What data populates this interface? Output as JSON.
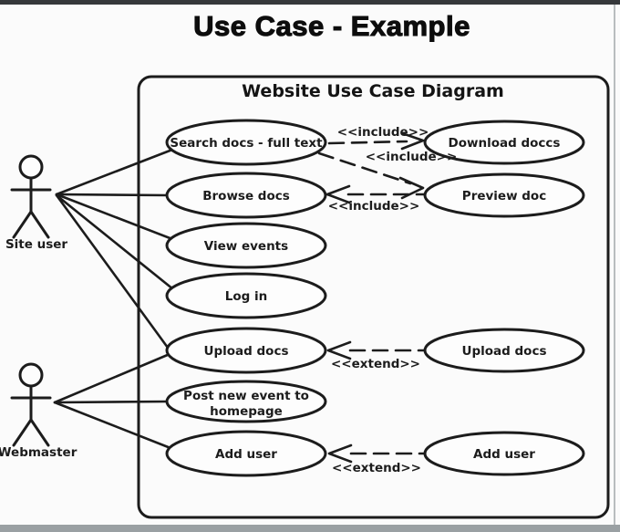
{
  "page": {
    "title": "Use Case - Example"
  },
  "diagram": {
    "boundary_title": "Website Use Case Diagram",
    "actors": {
      "site_user": "Site user",
      "webmaster": "Webmaster"
    },
    "use_cases": {
      "search_docs": "Search docs - full text",
      "browse_docs": "Browse docs",
      "view_events": "View events",
      "log_in": "Log in",
      "upload_docs": "Upload docs",
      "post_new_event_line1": "Post new event to",
      "post_new_event_line2": "homepage",
      "add_user": "Add user",
      "download_doccs": "Download doccs",
      "preview_doc": "Preview doc",
      "upload_docs_ext": "Upload docs",
      "add_user_ext": "Add user"
    },
    "stereotypes": {
      "include_search_download": "<<include>>",
      "include_search_preview": "<<include>>",
      "include_preview_browse": "<<include>>",
      "extend_upload": "<<extend>>",
      "extend_add_user": "<<extend>>"
    },
    "colors": {
      "ink": "#1c1c1c",
      "background": "#fbfbfb",
      "top_bar": "#36383b",
      "bottom_bar": "#9aa0a3",
      "right_edge": "#b9bdbf"
    }
  }
}
